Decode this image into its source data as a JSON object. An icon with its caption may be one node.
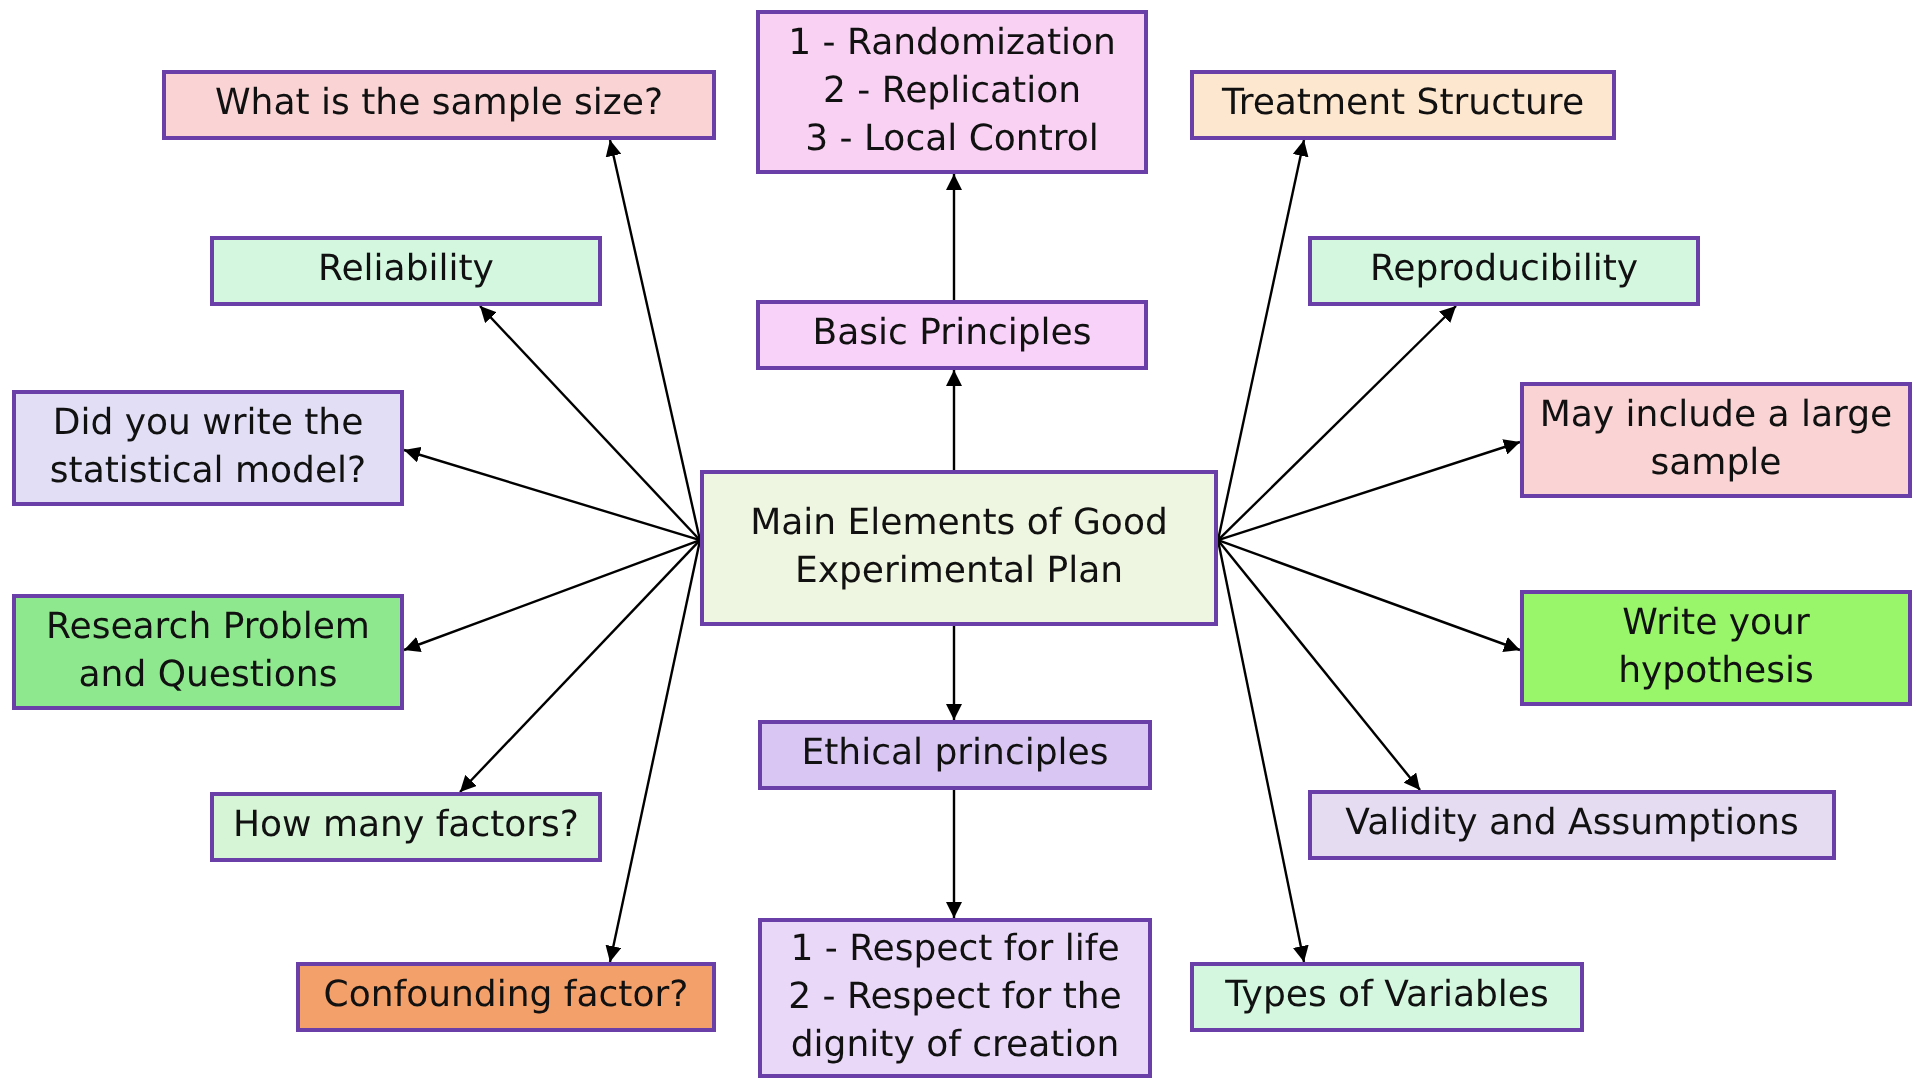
{
  "diagram": {
    "nodes": [
      {
        "text": [
          "Main Elements of Good Experimental Plan"
        ]
      },
      {
        "text": [
          "Basic Principles"
        ]
      },
      {
        "text": [
          "1 - Randomization",
          "2 - Replication",
          "3 - Local Control"
        ]
      },
      {
        "text": [
          "Ethical principles"
        ]
      },
      {
        "text": [
          "1 - Respect for life",
          "2 - Respect for the dignity of creation"
        ]
      },
      {
        "text": [
          "What is the sample size?"
        ]
      },
      {
        "text": [
          "Reliability"
        ]
      },
      {
        "text": [
          "Did you write the statistical model?"
        ]
      },
      {
        "text": [
          "Research Problem and Questions"
        ]
      },
      {
        "text": [
          "How many factors?"
        ]
      },
      {
        "text": [
          "Confounding factor?"
        ]
      },
      {
        "text": [
          "Treatment Structure"
        ]
      },
      {
        "text": [
          "Reproducibility"
        ]
      },
      {
        "text": [
          "May include a large sample"
        ]
      },
      {
        "text": [
          "Write your hypothesis"
        ]
      },
      {
        "text": [
          "Validity and Assumptions"
        ]
      },
      {
        "text": [
          "Types of Variables"
        ]
      }
    ],
    "edges": [
      {
        "from": 0,
        "to": 1,
        "arrow": "to"
      },
      {
        "from": 1,
        "to": 2,
        "arrow": "to"
      },
      {
        "from": 0,
        "to": 3,
        "arrow": "to"
      },
      {
        "from": 3,
        "to": 4,
        "arrow": "to"
      },
      {
        "from": 0,
        "to": 5,
        "arrow": "to"
      },
      {
        "from": 0,
        "to": 6,
        "arrow": "to"
      },
      {
        "from": 0,
        "to": 7,
        "arrow": "to"
      },
      {
        "from": 0,
        "to": 8,
        "arrow": "to"
      },
      {
        "from": 0,
        "to": 9,
        "arrow": "to"
      },
      {
        "from": 0,
        "to": 10,
        "arrow": "to"
      },
      {
        "from": 0,
        "to": 11,
        "arrow": "to"
      },
      {
        "from": 0,
        "to": 12,
        "arrow": "to"
      },
      {
        "from": 0,
        "to": 13,
        "arrow": "to"
      },
      {
        "from": 0,
        "to": 14,
        "arrow": "to"
      },
      {
        "from": 0,
        "to": 15,
        "arrow": "to"
      },
      {
        "from": 0,
        "to": 16,
        "arrow": "to"
      }
    ]
  }
}
